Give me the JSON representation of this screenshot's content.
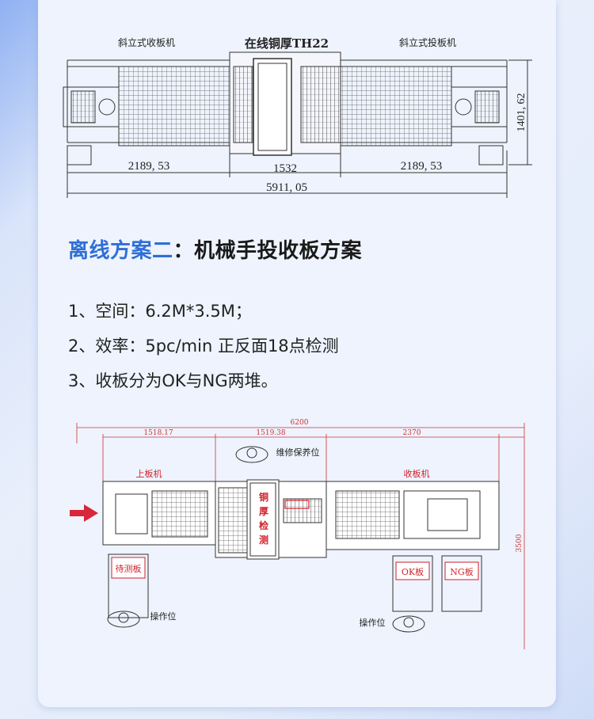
{
  "top_diagram": {
    "left_label": "斜立式收板机",
    "center_label": "在线铜厚TH22",
    "right_label": "斜立式投板机",
    "dim_left": "2189, 53",
    "dim_center": "1532",
    "dim_right": "2189, 53",
    "dim_total": "5911, 05",
    "dim_height": "1401, 62"
  },
  "heading": {
    "highlight": "离线方案二",
    "rest": "：机械手投收板方案"
  },
  "specs": [
    "1、空间：6.2M*3.5M；",
    "2、效率：5pc/min  正反面18点检测",
    "3、收板分为OK与NG两堆。"
  ],
  "bottom_diagram": {
    "dim_total": "6200",
    "dim_1": "1518.17",
    "dim_2": "1519.38",
    "dim_3": "2370",
    "dim_height": "3500",
    "maintenance": "维修保养位",
    "loader": "上板机",
    "unloader": "收板机",
    "inspection_chars": [
      "铜",
      "厚",
      "检",
      "测"
    ],
    "pending_board": "待测板",
    "ok_board": "OK板",
    "ng_board": "NG板",
    "operator_left": "操作位",
    "operator_right": "操作位"
  },
  "colors": {
    "accent": "#2f6fd6",
    "arrow": "#d8273a",
    "label_red": "#d11f2a"
  }
}
